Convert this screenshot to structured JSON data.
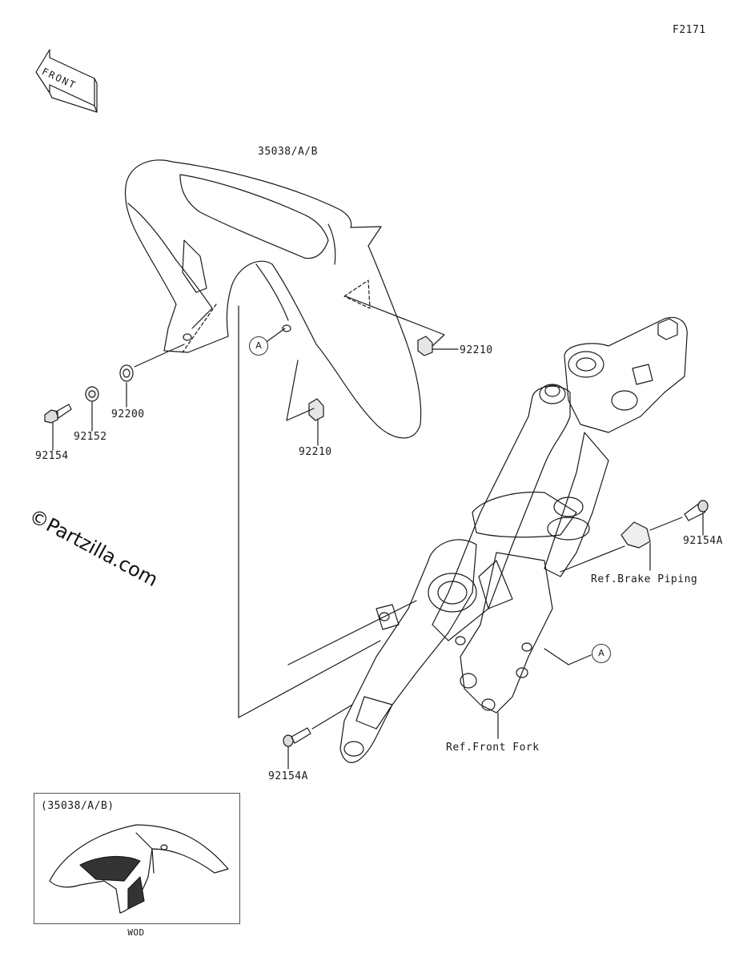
{
  "diagram_code": "F2171",
  "front_badge": "FRONT",
  "parts": {
    "fender": "35038/A/B",
    "clip_92210_a": "92210",
    "clip_92210_b": "92210",
    "washer_92200": "92200",
    "collar_92152": "92152",
    "bolt_92154_left": "92154",
    "bolt_92154A_right": "92154A",
    "bolt_92154A_bottom": "92154A"
  },
  "references": {
    "brake_piping": "Ref.Brake Piping",
    "front_fork": "Ref.Front Fork"
  },
  "callouts": {
    "a_fender": "A",
    "a_fork": "A"
  },
  "watermark": "©Partzilla.com",
  "inset": {
    "title": "(35038/A/B)",
    "caption": "WOD"
  },
  "colors": {
    "line": "#1a1a1a",
    "background": "#ffffff"
  }
}
